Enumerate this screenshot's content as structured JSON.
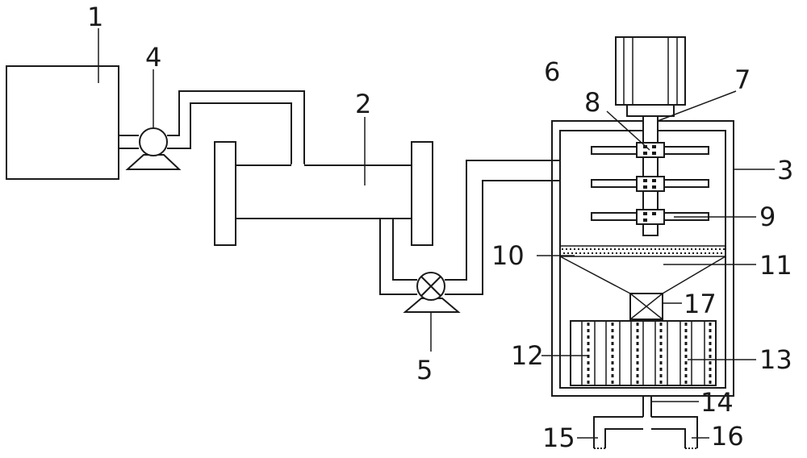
{
  "labels": {
    "l1": "1",
    "l2": "2",
    "l3": "3",
    "l4": "4",
    "l5": "5",
    "l6": "6",
    "l7": "7",
    "l8": "8",
    "l9": "9",
    "l10": "10",
    "l11": "11",
    "l12": "12",
    "l13": "13",
    "l14": "14",
    "l15": "15",
    "l16": "16",
    "l17": "17"
  },
  "colors": {
    "stroke": "#1a1a1a",
    "background": "#ffffff"
  }
}
